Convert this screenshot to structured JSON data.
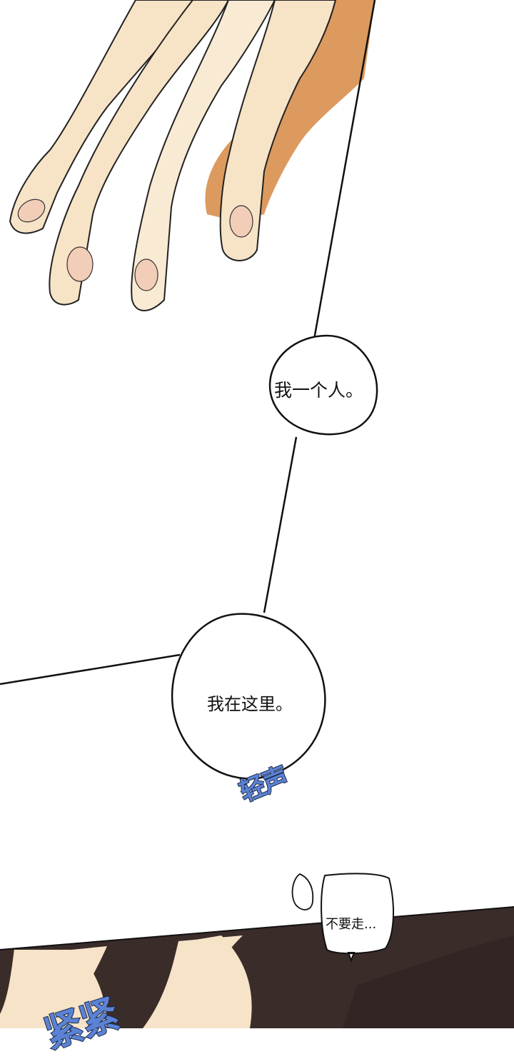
{
  "comic": {
    "panels": [
      {
        "id": "hand-panel",
        "description": "hand reaching down"
      },
      {
        "id": "bubble-panel"
      },
      {
        "id": "hair-panel",
        "description": "dark hair close-up"
      }
    ],
    "bubbles": [
      {
        "text": "我一个人。"
      },
      {
        "text": "我在这里。"
      },
      {
        "text": "不要走..."
      }
    ],
    "sfx": [
      {
        "text": "轻声"
      },
      {
        "text": "紧紧"
      }
    ]
  },
  "colors": {
    "skin_light": "#f7e3c6",
    "skin_shadow": "#dc9a5f",
    "nail": "#f2cdb8",
    "hair_dark": "#3a2c29",
    "hair_mid": "#4b3a36",
    "sfx_blue": "#5b82d4",
    "line": "#111111"
  }
}
